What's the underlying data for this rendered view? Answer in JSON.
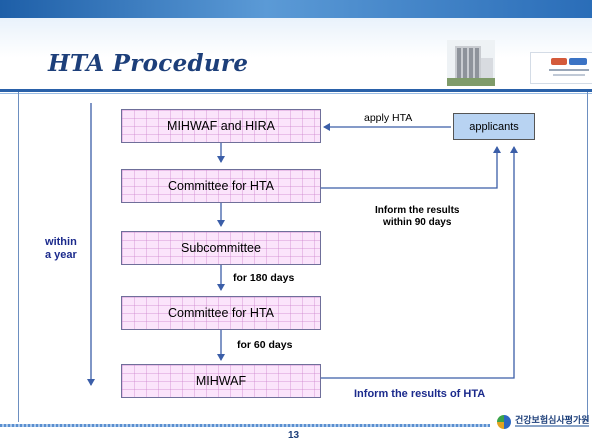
{
  "slide": {
    "title": "HTA Procedure",
    "page_number": "13",
    "footer_logo_text": "건강보험심사평가원"
  },
  "flow": {
    "boxes": [
      {
        "id": "mihwaf-hira",
        "label": "MIHWAF and HIRA"
      },
      {
        "id": "committee-1",
        "label": "Committee for HTA"
      },
      {
        "id": "subcommittee",
        "label": "Subcommittee"
      },
      {
        "id": "committee-2",
        "label": "Committee for HTA"
      },
      {
        "id": "mihwaf",
        "label": "MIHWAF"
      }
    ],
    "applicants": "applicants",
    "apply_label": "apply HTA",
    "inform_90_line1": "Inform the results",
    "inform_90_line2": "within 90 days",
    "for_180": "for 180 days",
    "for_60": "for 60 days",
    "inform_final": "Inform  the results of HTA",
    "within_line1": "within",
    "within_line2": "a year"
  },
  "colors": {
    "title": "#1d3f7a",
    "box_fill": "#fbe4fb",
    "applicants_fill": "#b8d3f2",
    "emphasis_text": "#1b2a8c",
    "arrow": "#3b5ea8"
  }
}
